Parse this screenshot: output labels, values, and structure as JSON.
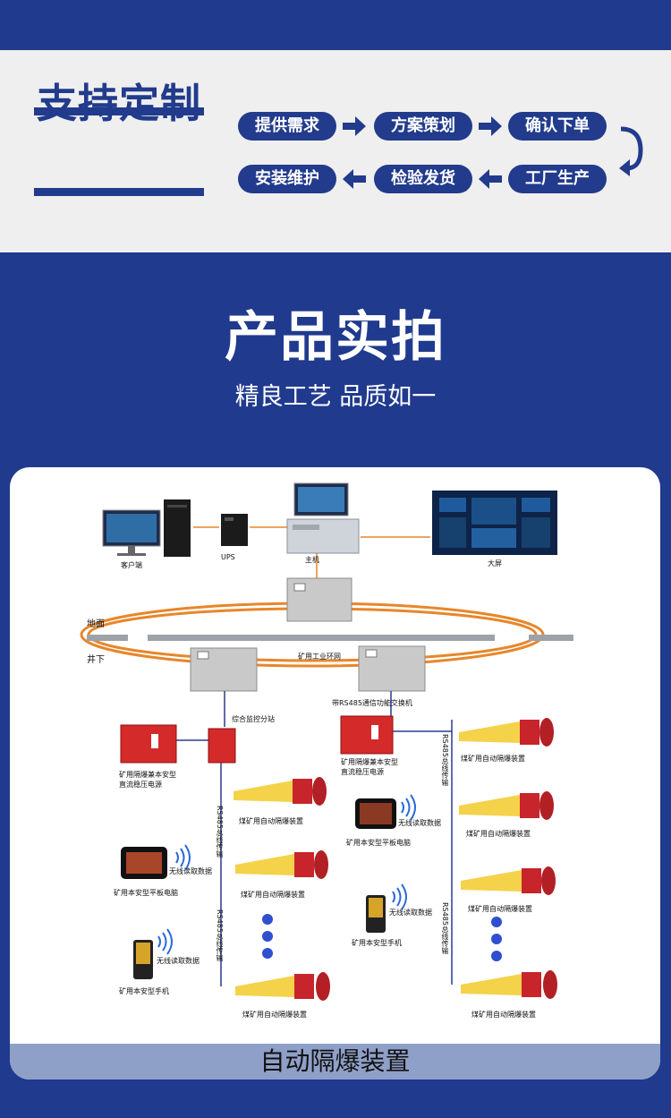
{
  "customize": {
    "title": "支持定制",
    "steps": [
      "提供需求",
      "方案策划",
      "确认下单",
      "工厂生产",
      "检验发货",
      "安装维护"
    ]
  },
  "showcase": {
    "title": "产品实拍",
    "subtitle": "精良工艺 品质如一"
  },
  "diagram": {
    "labels": {
      "client": "客户端",
      "ups": "UPS",
      "host": "主机",
      "screen": "大屏",
      "ground": "地面",
      "underground": "井下",
      "ring": "矿用工业环网",
      "substation": "综合监控分站",
      "switch": "带RS485通信功能交换机",
      "power_left": "矿用隔爆兼本安型\n直流稳压电源",
      "power_right": "矿用隔爆兼本安型\n直流稳压电源",
      "rs485": "RS485总线传输",
      "device": "煤矿用自动隔爆装置",
      "wireless": "无线读取数据",
      "tablet": "矿用本安型平板电脑",
      "phone": "矿用本安型手机"
    },
    "caption": "自动隔爆装置"
  },
  "colors": {
    "navy": "#203a8e",
    "ring": "#e8862a",
    "device_yellow": "#f4d24a",
    "device_red": "#c8242b"
  }
}
